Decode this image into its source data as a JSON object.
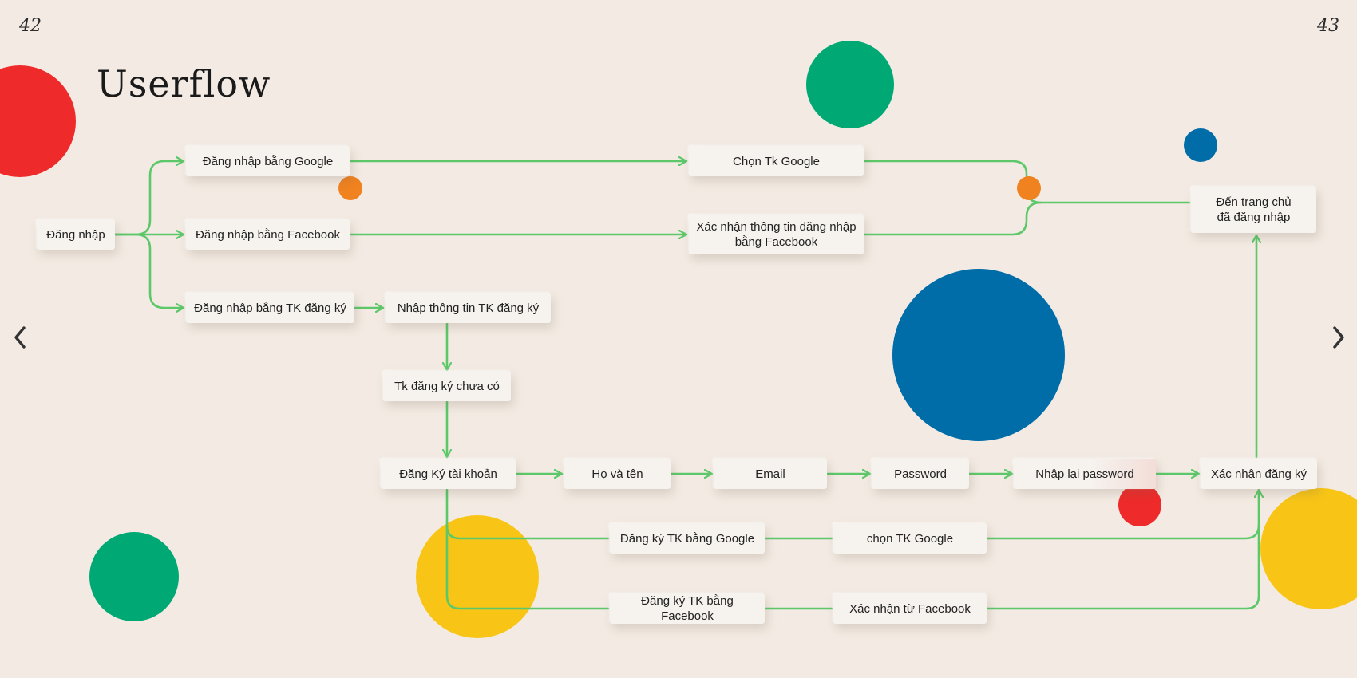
{
  "title": "Userflow",
  "page_left": "42",
  "page_right": "43",
  "nav": {
    "prev_icon": "chevron-left-icon",
    "next_icon": "chevron-right-icon"
  },
  "colors": {
    "background": "#f3ebe3",
    "line": "#5cc86a",
    "red": "#ee2a2a",
    "green": "#00a874",
    "blue": "#006ca8",
    "yellow": "#f8c516",
    "orange": "#f08220"
  },
  "nodes": {
    "login": "Đăng nhập",
    "login_google": "Đăng nhập bằng Google",
    "login_facebook": "Đăng nhập bằng Facebook",
    "login_account": "Đăng nhập bằng TK đăng ký",
    "choose_google": "Chọn Tk Google",
    "confirm_facebook": "Xác nhận thông tin đăng nhập\nbằng Facebook",
    "enter_account": "Nhập thông tin TK đăng ký",
    "account_missing": "Tk đăng ký chưa có",
    "register": "Đăng Ký tài khoản",
    "full_name": "Họ và tên",
    "email": "Email",
    "password": "Password",
    "repeat_password": "Nhập lại password",
    "confirm_register": "Xác nhận đăng ký",
    "home": "Đến trang chủ\nđã đăng nhập",
    "register_google": "Đăng ký TK bằng Google",
    "pick_google": "chọn TK Google",
    "register_facebook": "Đăng ký TK bằng Facebook",
    "confirm_from_facebook": "Xác nhận từ Facebook"
  }
}
